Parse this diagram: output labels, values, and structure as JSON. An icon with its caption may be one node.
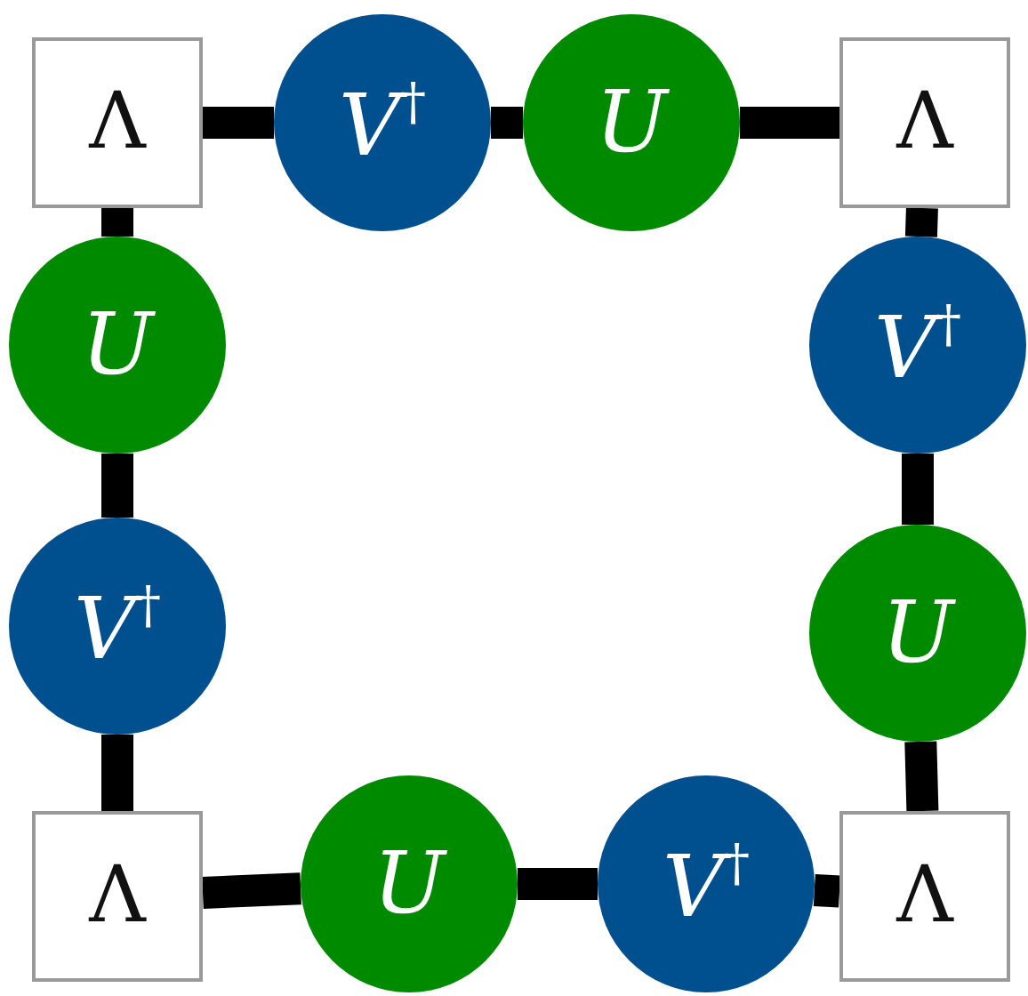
{
  "diagram": {
    "nodes": [
      {
        "text": [
          "Λ"
        ]
      },
      {
        "text": [
          "V$^{†}$"
        ]
      },
      {
        "text": [
          "U"
        ]
      },
      {
        "text": [
          "Λ"
        ]
      },
      {
        "text": [
          "U"
        ]
      },
      {
        "text": [
          "V$^{†}$"
        ]
      },
      {
        "text": [
          "V$^{†}$"
        ]
      },
      {
        "text": [
          "U"
        ]
      },
      {
        "text": [
          "Λ"
        ]
      },
      {
        "text": [
          "U"
        ]
      },
      {
        "text": [
          "V$^{†}$"
        ]
      },
      {
        "text": [
          "Λ"
        ]
      }
    ],
    "edges": [
      {
        "from": 0,
        "to": 1,
        "arrow": "none"
      },
      {
        "from": 1,
        "to": 2,
        "arrow": "none"
      },
      {
        "from": 2,
        "to": 3,
        "arrow": "none"
      },
      {
        "from": 3,
        "to": 5,
        "arrow": "none"
      },
      {
        "from": 5,
        "to": 7,
        "arrow": "none"
      },
      {
        "from": 7,
        "to": 11,
        "arrow": "none"
      },
      {
        "from": 11,
        "to": 10,
        "arrow": "none"
      },
      {
        "from": 10,
        "to": 9,
        "arrow": "none"
      },
      {
        "from": 9,
        "to": 8,
        "arrow": "none"
      },
      {
        "from": 8,
        "to": 6,
        "arrow": "none"
      },
      {
        "from": 6,
        "to": 4,
        "arrow": "none"
      },
      {
        "from": 4,
        "to": 0,
        "arrow": "none"
      }
    ]
  }
}
